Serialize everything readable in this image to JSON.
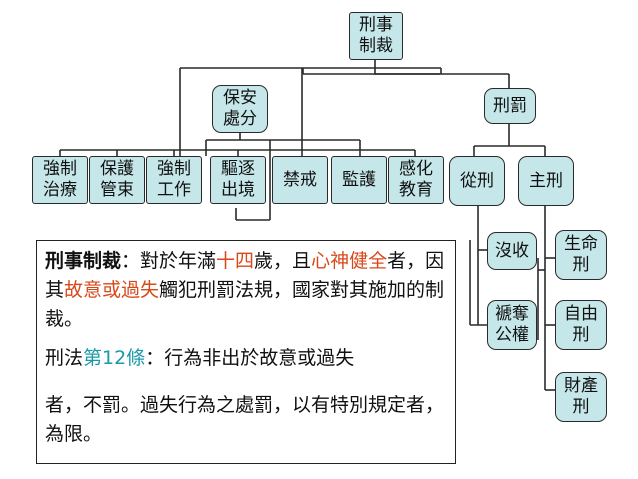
{
  "diagram": {
    "root": "刑事\n制裁",
    "security": "保安\n處分",
    "penalty": "刑罰",
    "measures": [
      "強制\n治療",
      "保護\n管束",
      "強制\n工作",
      "驅逐\n出境",
      "禁戒",
      "監護",
      "感化\n教育"
    ],
    "accessory": "從刑",
    "principal": "主刑",
    "accessory_items": [
      "沒收",
      "褫奪\n公權"
    ],
    "principal_items": [
      "生命\n刑",
      "自由\n刑",
      "財產\n刑"
    ]
  },
  "info": {
    "def_term": "刑事制裁",
    "def_colon": "：對於年滿",
    "def_age": "十四",
    "def_mid1": "歲，且",
    "def_sound": "心神健全",
    "def_mid2": "者，因其",
    "def_fault": "故意或過失",
    "def_tail": "觸犯刑罰法規，國家對其施加的制裁。",
    "law_lead": "刑法",
    "law_article": "第12條",
    "law_text": "：行為非出於故意或過失",
    "law_text2": "者，不罰。過失行為之處罰，以有特別規定者，為限。"
  }
}
